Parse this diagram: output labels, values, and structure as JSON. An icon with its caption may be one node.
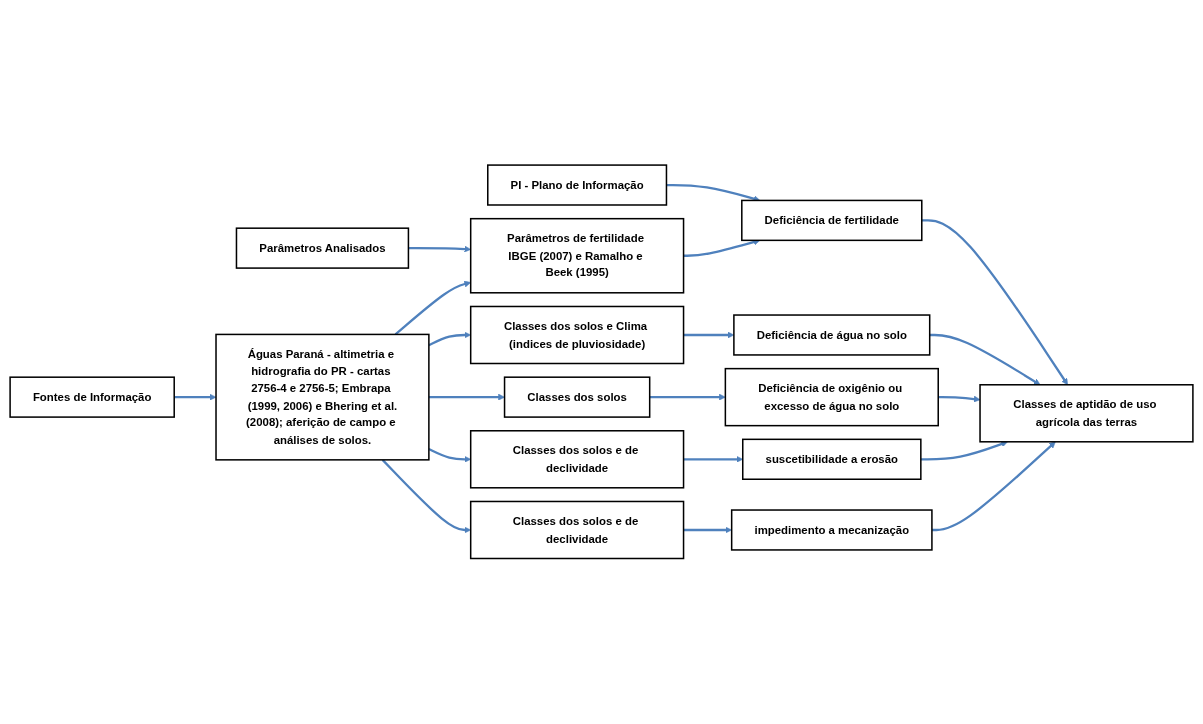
{
  "diagram": {
    "nodes": [
      {
        "text": [
          "Fontes de Informação"
        ]
      },
      {
        "text": [
          "Parâmetros Analisados"
        ]
      },
      {
        "text": [
          "PI - Plano de Informação"
        ]
      },
      {
        "text": [
          "Classes de aptidão de uso agrícola das terras"
        ]
      },
      {
        "text": [
          "Águas Paraná - altimetria e hidrografia do PR - cartas 2756-4 e 2756-5; Embrapa (1999, 2006) e Bhering et al.(2008); aferição de campo e análises de solos."
        ]
      },
      {
        "text": [
          "Parâmetros de fertilidade IBGE (2007) e Ramalho e Beek (1995)"
        ]
      },
      {
        "text": [
          "Classes dos solos e Clima (indices de pluviosidade)"
        ]
      },
      {
        "text": [
          "Classes dos solos"
        ]
      },
      {
        "text": [
          "Classes dos solos e de declividade"
        ]
      },
      {
        "text": [
          "Classes dos solos e de declividade"
        ]
      },
      {
        "text": [
          "Deficiência de fertilidade"
        ]
      },
      {
        "text": [
          "Deficiência de água no solo"
        ]
      },
      {
        "text": [
          "Deficiência de oxigênio ou excesso de água no solo"
        ]
      },
      {
        "text": [
          "suscetibilidade a erosão"
        ]
      },
      {
        "text": [
          "impedimento a mecanização"
        ]
      }
    ],
    "edges": [
      {
        "from": 0,
        "to": 4,
        "arrow": "to"
      },
      {
        "from": 1,
        "to": 5,
        "arrow": "to"
      },
      {
        "from": 2,
        "to": 10,
        "arrow": "to"
      },
      {
        "from": 4,
        "to": 5,
        "arrow": "to"
      },
      {
        "from": 4,
        "to": 6,
        "arrow": "to"
      },
      {
        "from": 4,
        "to": 7,
        "arrow": "to"
      },
      {
        "from": 4,
        "to": 8,
        "arrow": "to"
      },
      {
        "from": 4,
        "to": 9,
        "arrow": "to"
      },
      {
        "from": 5,
        "to": 10,
        "arrow": "to"
      },
      {
        "from": 6,
        "to": 11,
        "arrow": "to"
      },
      {
        "from": 7,
        "to": 12,
        "arrow": "to"
      },
      {
        "from": 8,
        "to": 13,
        "arrow": "to"
      },
      {
        "from": 9,
        "to": 14,
        "arrow": "to"
      },
      {
        "from": 10,
        "to": 3,
        "arrow": "to"
      },
      {
        "from": 11,
        "to": 3,
        "arrow": "to"
      },
      {
        "from": 12,
        "to": 3,
        "arrow": "to"
      },
      {
        "from": 13,
        "to": 3,
        "arrow": "to"
      },
      {
        "from": 14,
        "to": 3,
        "arrow": "to"
      }
    ]
  }
}
